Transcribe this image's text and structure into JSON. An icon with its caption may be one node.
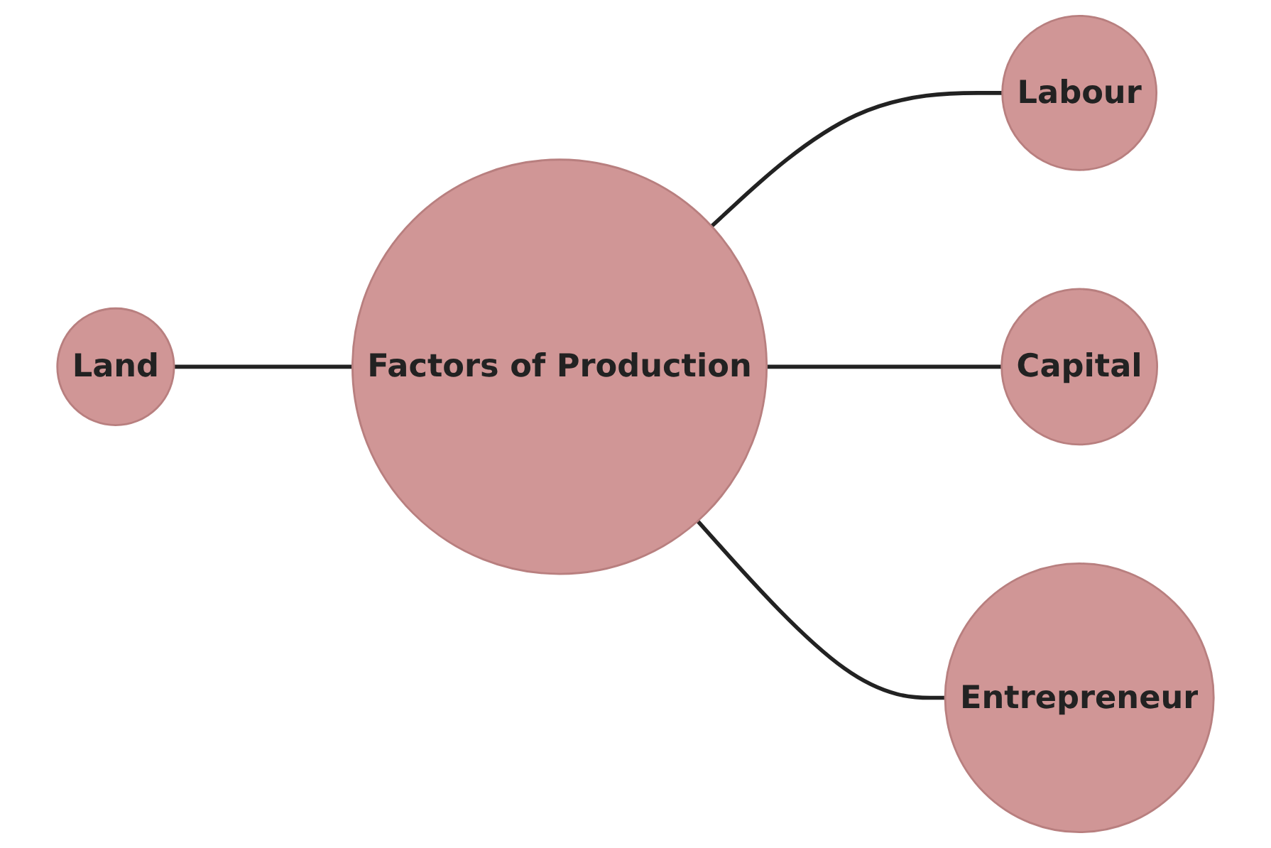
{
  "diagram": {
    "nodes": [
      {
        "text": [
          "Labour"
        ]
      },
      {
        "text": [
          "Land"
        ]
      },
      {
        "text": [
          "Factors of Production"
        ]
      },
      {
        "text": [
          "Capital"
        ]
      },
      {
        "text": [
          "Entrepreneur"
        ]
      }
    ],
    "edges": [
      {
        "from": 2,
        "to": 0,
        "arrow": "none"
      },
      {
        "from": 1,
        "to": 2,
        "arrow": "none"
      },
      {
        "from": 2,
        "to": 3,
        "arrow": "none"
      },
      {
        "from": 2,
        "to": 4,
        "arrow": "none"
      }
    ]
  }
}
